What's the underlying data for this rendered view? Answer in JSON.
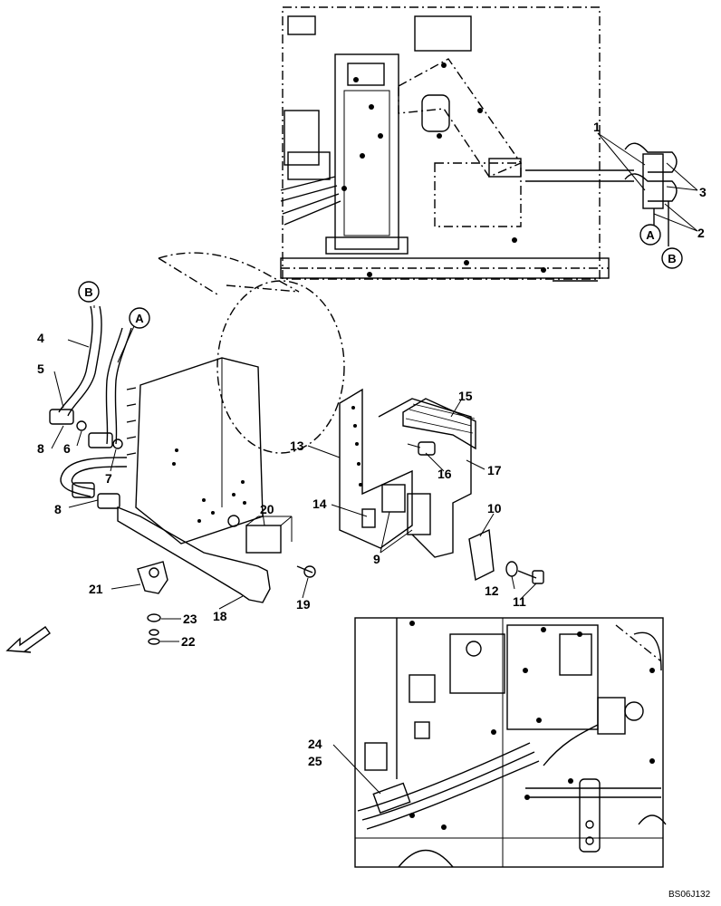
{
  "circle_labels": {
    "a": "A",
    "b": "B"
  },
  "callouts": {
    "n1": "1",
    "n2": "2",
    "n3": "3",
    "n4": "4",
    "n5": "5",
    "n6": "6",
    "n7": "7",
    "n8a": "8",
    "n8b": "8",
    "n9": "9",
    "n10": "10",
    "n11": "11",
    "n12": "12",
    "n13": "13",
    "n14": "14",
    "n15": "15",
    "n16": "16",
    "n17": "17",
    "n18": "18",
    "n19": "19",
    "n20": "20",
    "n21": "21",
    "n22": "22",
    "n23": "23",
    "n24": "24",
    "n25": "25"
  },
  "drawing_code": "BS06J132"
}
